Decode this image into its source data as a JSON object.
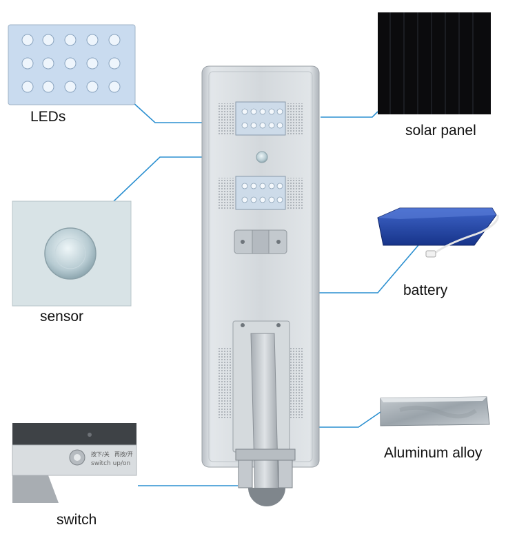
{
  "labels": {
    "leds": "LEDs",
    "solar_panel": "solar panel",
    "sensor": "sensor",
    "battery": "battery",
    "aluminum_alloy": "Aluminum alloy",
    "switch": "switch"
  },
  "switch_panel_text": {
    "left": "按下/关",
    "right": "再按/开",
    "sub": "switch up/on"
  },
  "colors": {
    "leader_line": "#2a8fd0",
    "lamp_body": "#cfd4d9",
    "solar_cell": "#0b0b0d",
    "battery_blue": "#1e3fa0",
    "led_panel": "#c9dbef",
    "sensor_bg": "#d8e3e6"
  }
}
